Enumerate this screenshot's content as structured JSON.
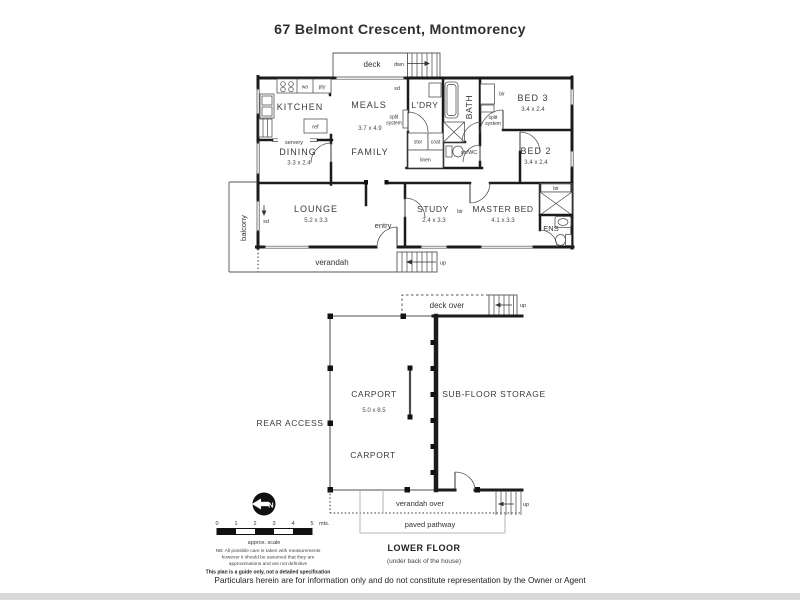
{
  "page": {
    "title": "67 Belmont Crescent, Montmorency",
    "footer": "Particulars herein are for information only and do not constitute representation by the Owner or Agent"
  },
  "upper": {
    "rooms": {
      "kitchen": {
        "name": "KITCHEN"
      },
      "meals": {
        "name": "MEALS",
        "dims": "3.7 x 4.9"
      },
      "ldry": {
        "name": "L'DRY"
      },
      "bath": {
        "name": "BATH"
      },
      "bed3": {
        "name": "BED 3",
        "dims": "3.4 x 2.4"
      },
      "dining": {
        "name": "DINING",
        "dims": "3.3 x 2.4"
      },
      "family": {
        "name": "FAMILY"
      },
      "bed2": {
        "name": "BED 2",
        "dims": "3.4 x 2.4"
      },
      "lounge": {
        "name": "LOUNGE",
        "dims": "5.2 x 3.3"
      },
      "study": {
        "name": "STUDY",
        "dims": "2.4 x 3.3"
      },
      "master": {
        "name": "MASTER BED",
        "dims": "4.1 x 3.3"
      },
      "ens": {
        "name": "ENS"
      }
    },
    "areas": {
      "deck": "deck",
      "balcony": "balcony",
      "verandah": "verandah",
      "entry": "entry"
    },
    "labels": {
      "wo": "wo",
      "pty": "pty",
      "ref": "ref",
      "servery": "servery",
      "stor": "stor",
      "coat": "coat",
      "linen": "linen",
      "shwc": "sh/WC",
      "bir": "bir",
      "split": "split",
      "system": "system",
      "sd": "sd",
      "up": "up",
      "dwn": "dwn"
    }
  },
  "lower": {
    "title": "LOWER FLOOR",
    "subtitle": "(under back of the house)",
    "rooms": {
      "carport": {
        "name": "CARPORT",
        "dims": "5.0 x 8.5"
      },
      "carport2": {
        "name": "CARPORT"
      },
      "storage": {
        "name": "SUB-FLOOR STORAGE"
      },
      "rear_access": {
        "name": "REAR ACCESS"
      }
    },
    "areas": {
      "deck_over": "deck over",
      "verandah_over": "verandah over",
      "paved_pathway": "paved pathway"
    },
    "labels": {
      "up": "up"
    }
  },
  "legend": {
    "compass_n": "N",
    "scale_ticks": [
      "0",
      "1",
      "2",
      "3",
      "4",
      "5"
    ],
    "scale_unit": "mts.",
    "scale_caption": "approx. scale",
    "nb_line1": "NB:  All possible care is taken with measurements",
    "nb_line2": "however it should be assumed that they are",
    "nb_line3": "approximations and are not definitive",
    "guide_note": "This plan is a guide only, not a detailed specification"
  }
}
